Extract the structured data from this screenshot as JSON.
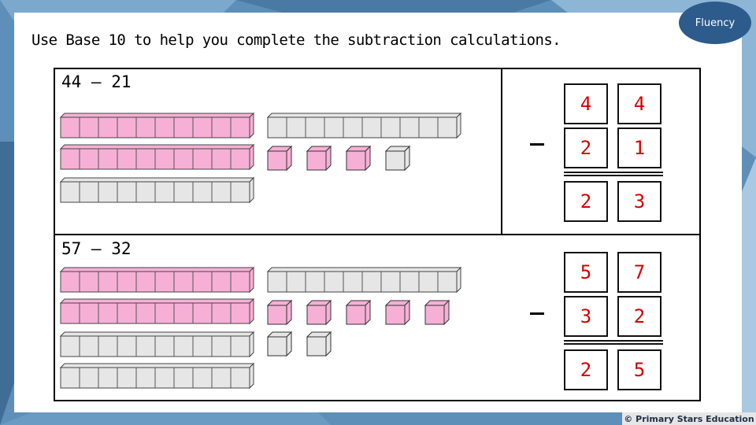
{
  "badge": "Fluency",
  "instruction": "Use Base 10 to help you complete the subtraction calculations.",
  "calculations": [
    {
      "label": "44 – 21",
      "digits": {
        "top": [
          "4",
          "4"
        ],
        "subtract": [
          "2",
          "1"
        ],
        "answer": [
          "2",
          "3"
        ]
      },
      "blocks": {
        "tens_shaded": 2,
        "tens_grey": 2,
        "ones_shaded": 3,
        "ones_grey": 1
      }
    },
    {
      "label": "57 – 32",
      "digits": {
        "top": [
          "5",
          "7"
        ],
        "subtract": [
          "3",
          "2"
        ],
        "answer": [
          "2",
          "5"
        ]
      },
      "blocks": {
        "tens_shaded": 2,
        "tens_grey": 3,
        "ones_shaded": 5,
        "ones_grey": 2
      }
    }
  ],
  "colors": {
    "shaded": "#f6b0d6",
    "grey": "#e6e6e6",
    "digit": "#d40000",
    "background": "#5d8fb8"
  },
  "footer": "© Primary Stars Education"
}
